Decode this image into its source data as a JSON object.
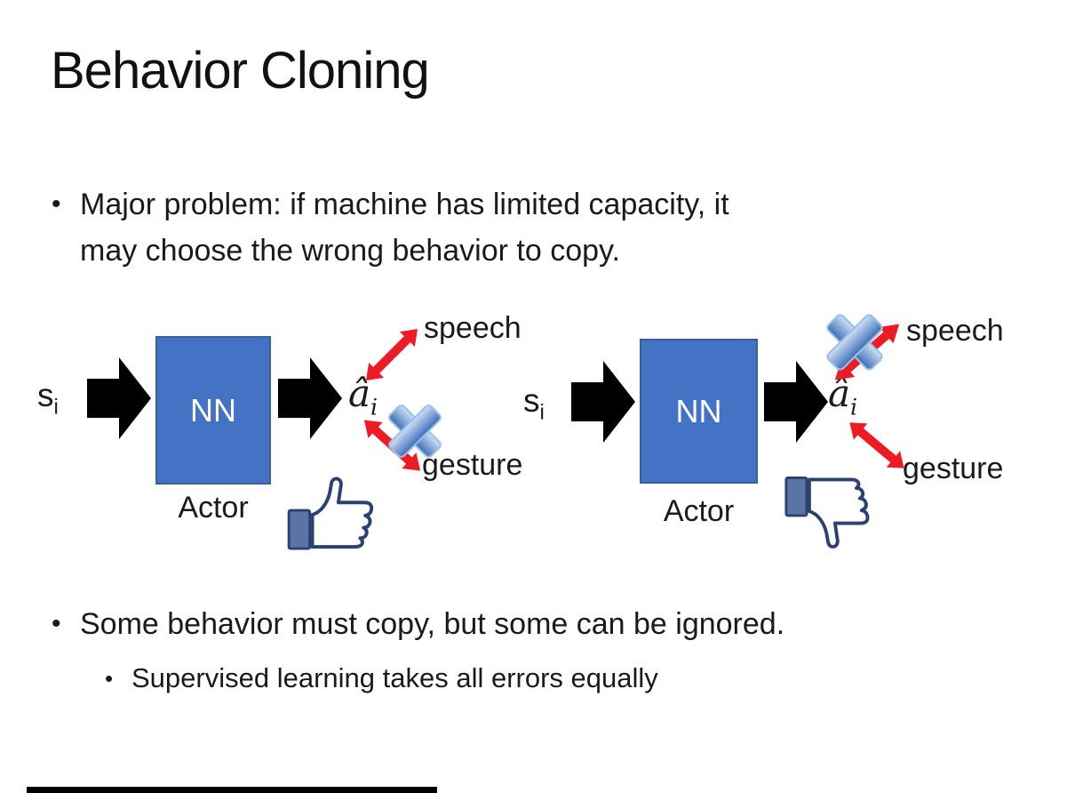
{
  "slide": {
    "title": "Behavior Cloning",
    "bullet_marker": "•",
    "bullets": {
      "major_problem": {
        "lines": [
          "Major problem: if machine has limited capacity, it",
          "may choose the wrong behavior to copy."
        ]
      },
      "some_behavior": "Some behavior must copy, but some can be ignored.",
      "supervised": "Supervised learning takes all errors equally"
    }
  },
  "diagrams": {
    "left": {
      "input_base": "s",
      "input_sub": "i",
      "nn_label": "NN",
      "actor_label": "Actor",
      "output_base": "â",
      "output_sub": "i",
      "speech_label": "speech",
      "gesture_label": "gesture",
      "crossed_out_action": "gesture",
      "feedback_icon": "thumbs-up"
    },
    "right": {
      "input_base": "s",
      "input_sub": "i",
      "nn_label": "NN",
      "actor_label": "Actor",
      "output_base": "â",
      "output_sub": "i",
      "speech_label": "speech",
      "gesture_label": "gesture",
      "crossed_out_action": "speech",
      "feedback_icon": "thumbs-down"
    }
  },
  "colors": {
    "nn_box_fill": "#4472C4",
    "nn_box_border": "#3A5F9E",
    "block_arrow": "#000000",
    "double_arrow_red": "#ED1C24",
    "cross_blue_light": "#CFE3F7",
    "cross_blue_dark": "#3D6DB5",
    "thumb_outline_navy": "#2B4170",
    "thumb_cuff_blue": "#5B74A8",
    "text": "#1A1A1A"
  }
}
